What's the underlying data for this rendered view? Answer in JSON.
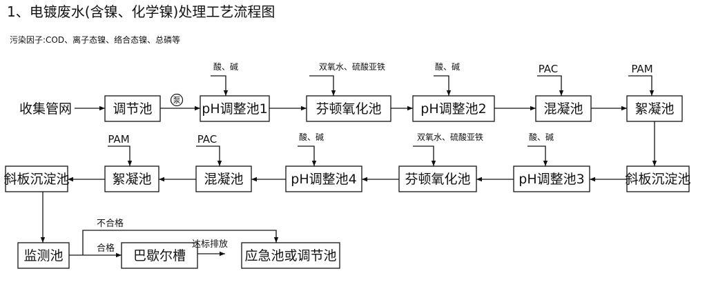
{
  "title": "1、电镀废水(含镍、化学镍)处理工艺流程图",
  "subtitle": "污染因子:COD、离子态镍、络合态镍、总磷等",
  "nodes": {
    "collection": "收集管网",
    "equalization": "调节池",
    "ph1": "pH调整池1",
    "fenton1": "芬顿氧化池",
    "ph2": "pH调整池2",
    "coag1": "混凝池",
    "floc1": "絮凝池",
    "settler1": "斜板沉淀池",
    "ph3": "pH调整池3",
    "fenton2": "芬顿氧化池",
    "ph4": "pH调整池4",
    "coag2": "混凝池",
    "floc2": "絮凝池",
    "settler2": "斜板沉淀池",
    "monitor": "监测池",
    "parshall": "巴歇尔槽",
    "emergency": "应急池或调节池"
  },
  "additives": {
    "ph1": "酸、碱",
    "fenton1": "双氧水、硫酸亚铁",
    "ph2": "酸、碱",
    "coag1": "PAC",
    "floc1": "PAM",
    "ph3": "酸、碱",
    "fenton2": "双氧水、硫酸亚铁",
    "ph4": "酸、碱",
    "coag2": "PAC",
    "floc2": "PAM"
  },
  "pump": "泵",
  "labels": {
    "fail": "不合格",
    "pass": "合格",
    "discharge": "达标排放"
  }
}
